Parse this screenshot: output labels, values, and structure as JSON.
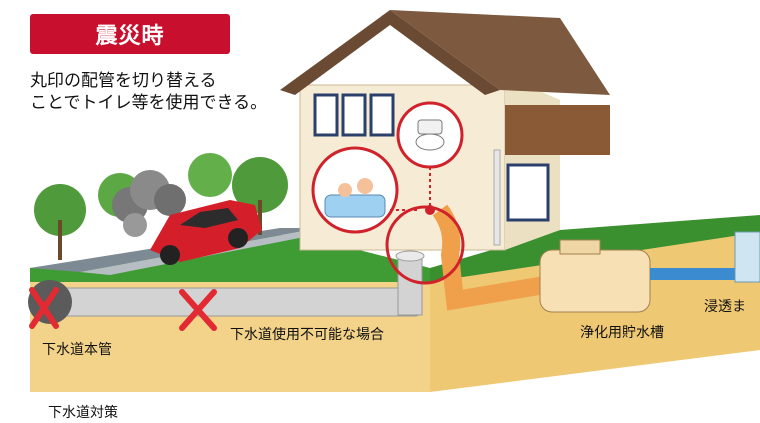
{
  "badge": {
    "label": "震災時",
    "color": "#c8102e"
  },
  "description": {
    "line1": "丸印の配管を切り替える",
    "line2": "ことでトイレ等を使用できる。"
  },
  "labels": {
    "main_sewer": "下水道本管",
    "sewer_unusable": "下水道使用不可能な場合",
    "septic_tank": "浄化用貯水槽",
    "infiltration": "浸透ま"
  },
  "caption": "下水道対策",
  "colors": {
    "soil": "#f3d38a",
    "soil_dark": "#e2b862",
    "grass": "#3f9b34",
    "pipe_gray": "#cfcfcf",
    "pipe_orange": "#f0a04a",
    "roof": "#6b4a33",
    "wall": "#f6ecd6",
    "circle": "#d0222b",
    "cross": "#e22a32"
  }
}
